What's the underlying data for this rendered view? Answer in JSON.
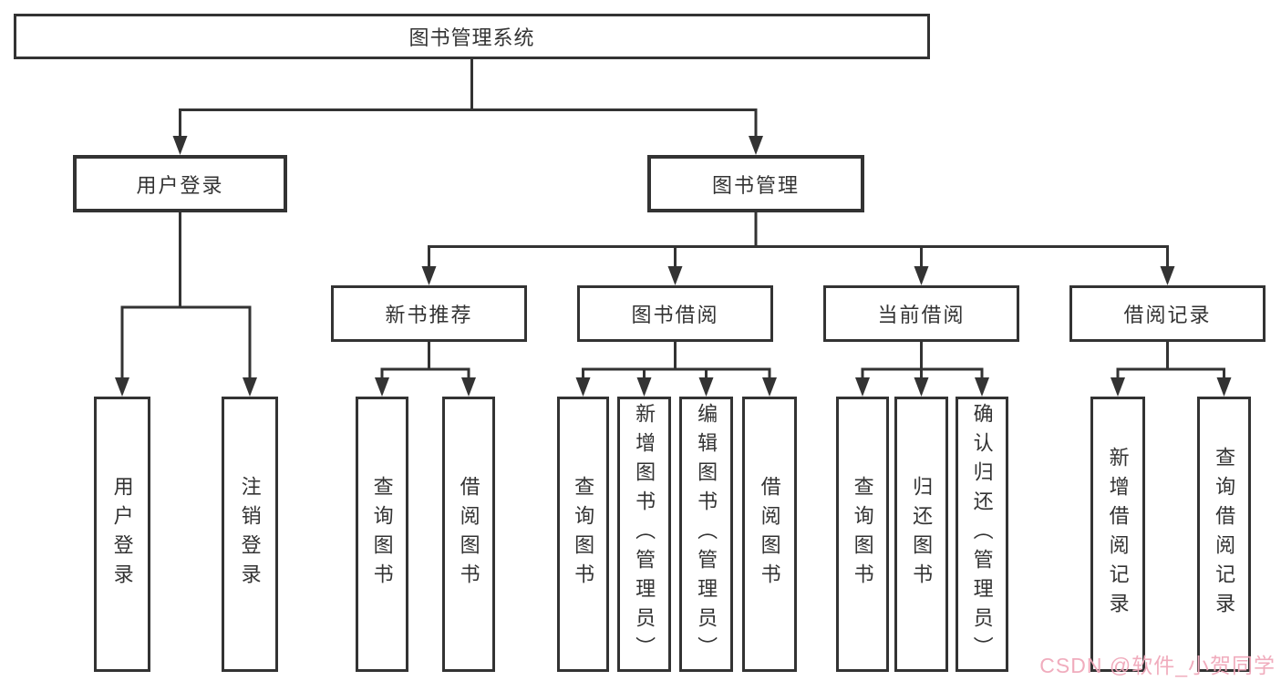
{
  "diagram": {
    "title": "图书管理系统",
    "level2": [
      "用户登录",
      "图书管理"
    ],
    "level3": [
      "新书推荐",
      "图书借阅",
      "当前借阅",
      "借阅记录"
    ],
    "leaves": {
      "user_login": [
        "用户登录",
        "注销登录"
      ],
      "new_book": [
        "查询图书",
        "借阅图书"
      ],
      "book_borrow": [
        "查询图书",
        "新增图书（管理员）",
        "编辑图书（管理员）",
        "借阅图书"
      ],
      "current_borrow": [
        "查询图书",
        "归还图书",
        "确认归还（管理员）"
      ],
      "borrow_record": [
        "新增借阅记录",
        "查询借阅记录"
      ]
    }
  },
  "watermark": {
    "text": "CSDN @软件_小贺同学",
    "color": "#f0a8ba"
  },
  "colors": {
    "line": "#333333",
    "text": "#333333",
    "background": "#ffffff"
  }
}
